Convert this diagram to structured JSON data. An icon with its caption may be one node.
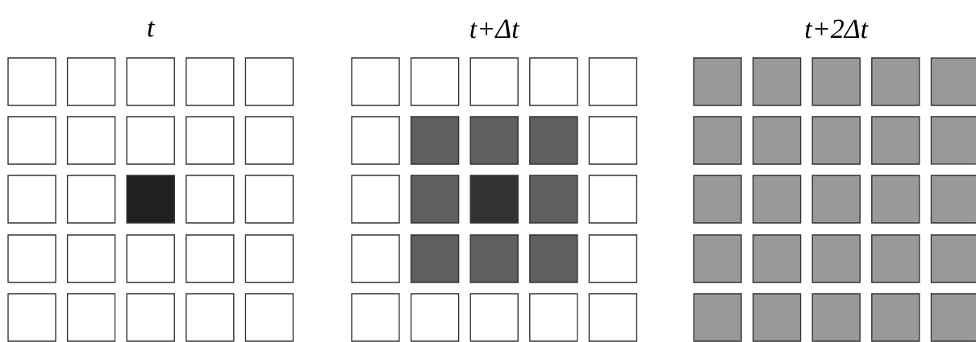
{
  "diagram": {
    "labels": [
      "t",
      "t+Δt",
      "t+2Δt"
    ]
  }
}
